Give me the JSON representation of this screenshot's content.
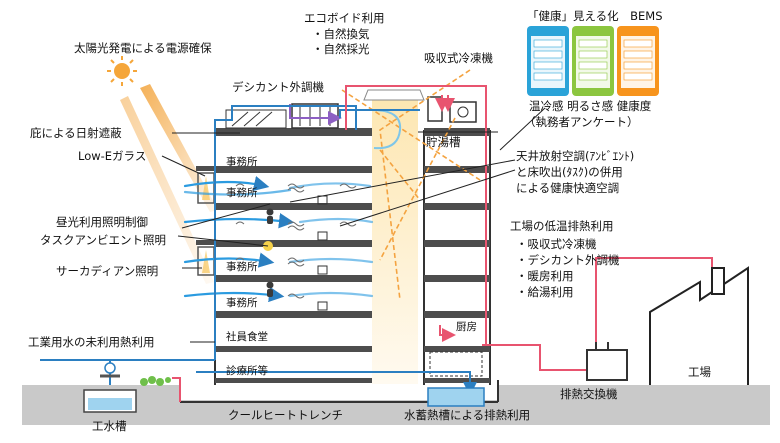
{
  "eco_void": {
    "title": "エコボイド利用",
    "items": [
      "・自然換気",
      "・自然採光"
    ]
  },
  "bems": {
    "title": "「健康」見える化　BEMS",
    "caption_line1": "温冷感  明るさ感  健康度",
    "caption_line2": "（執務者アンケート）",
    "phones": [
      {
        "color": "#2aa3d8"
      },
      {
        "color": "#8cc63f"
      },
      {
        "color": "#f7941d"
      }
    ]
  },
  "labels": {
    "solar": "太陽光発電による電源確保",
    "desiccant": "デシカント外調機",
    "absorption": "吸収式冷凍機",
    "eaves": "庇による日射遮蔽",
    "lowe": "Low-Eガラス",
    "hot_tank": "貯湯槽",
    "radiant_line1": "天井放射空調(ｱﾝﾋﾞｴﾝﾄ)",
    "radiant_line2": "と床吹出(ﾀｽｸ)の併用",
    "radiant_line3": "による健康快適空調",
    "daylight_line1": "昼光利用照明制御",
    "daylight_line2": "タスクアンビエント照明",
    "circadian": "サーカディアン照明",
    "industrial_water": "工業用水の未利用熱利用",
    "water_tank": "工水槽",
    "trench": "クールヒートトレンチ",
    "storage": "水蓄熱槽による排熱利用",
    "exchanger": "排熱交換機",
    "factory": "工場"
  },
  "factory_heat": {
    "title": "工場の低温排熱利用",
    "items": [
      "・吸収式冷凍機",
      "・デシカント外調機",
      "・暖房利用",
      "・給湯利用"
    ]
  },
  "rooms": {
    "office1": "事務所",
    "office2": "事務所",
    "office3": "事務所",
    "office4": "事務所",
    "cafeteria": "社員食堂",
    "kitchen": "厨房",
    "clinic": "診療所等"
  },
  "colors": {
    "cold": "#2b7fc1",
    "warm": "#e8546f",
    "light": "#f4a340",
    "leader": "#222222",
    "slab": "#4d4d4d",
    "ground": "#c8c8c8",
    "void": "#fbe7b7"
  }
}
